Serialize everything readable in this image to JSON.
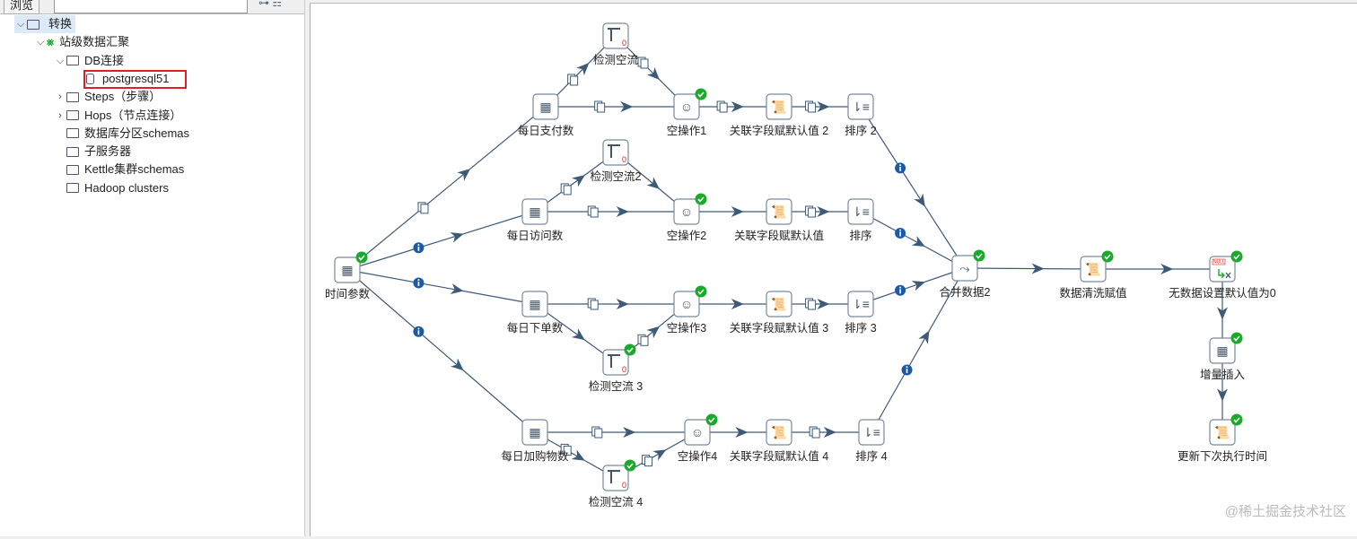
{
  "left_panel": {
    "tab_label": "浏览",
    "search_placeholder": "",
    "tree": [
      {
        "label": "转换",
        "level": 0,
        "chevron": "down",
        "icon": "folder-icon",
        "selected": true
      },
      {
        "label": "站级数据汇聚",
        "level": 1,
        "chevron": "down",
        "icon": "transformation-icon"
      },
      {
        "label": "DB连接",
        "level": 2,
        "chevron": "down",
        "icon": "folder-icon"
      },
      {
        "label": "postgresql51",
        "level": 3,
        "chevron": "none",
        "icon": "database-icon",
        "highlighted": true
      },
      {
        "label": "Steps（步骤）",
        "level": 2,
        "chevron": "right",
        "icon": "folder-icon"
      },
      {
        "label": "Hops（节点连接）",
        "level": 2,
        "chevron": "right",
        "icon": "folder-icon"
      },
      {
        "label": "数据库分区schemas",
        "level": 2,
        "chevron": "none",
        "icon": "folder-icon"
      },
      {
        "label": "子服务器",
        "level": 2,
        "chevron": "none",
        "icon": "folder-icon"
      },
      {
        "label": "Kettle集群schemas",
        "level": 2,
        "chevron": "none",
        "icon": "folder-icon"
      },
      {
        "label": "Hadoop clusters",
        "level": 2,
        "chevron": "none",
        "icon": "folder-icon"
      }
    ]
  },
  "canvas": {
    "steps": [
      {
        "id": "time",
        "label": "时间参数",
        "icon": "table-input-icon",
        "ok": true
      },
      {
        "id": "pay",
        "label": "每日支付数",
        "icon": "table-input-icon",
        "ok": false
      },
      {
        "id": "check1",
        "label": "检测空流",
        "icon": "detect-empty-stream-icon",
        "ok": false
      },
      {
        "id": "null1",
        "label": "空操作1",
        "icon": "dummy-icon",
        "ok": true
      },
      {
        "id": "join1",
        "label": "关联字段赋默认值 2",
        "icon": "script-icon",
        "ok": false
      },
      {
        "id": "sort1",
        "label": "排序 2",
        "icon": "sort-icon",
        "ok": false
      },
      {
        "id": "visit",
        "label": "每日访问数",
        "icon": "table-input-icon",
        "ok": false
      },
      {
        "id": "check2",
        "label": "检测空流2",
        "icon": "detect-empty-stream-icon",
        "ok": false
      },
      {
        "id": "null2",
        "label": "空操作2",
        "icon": "dummy-icon",
        "ok": true
      },
      {
        "id": "join2",
        "label": "关联字段赋默认值",
        "icon": "script-icon",
        "ok": false
      },
      {
        "id": "sort2",
        "label": "排序",
        "icon": "sort-icon",
        "ok": false
      },
      {
        "id": "order",
        "label": "每日下单数",
        "icon": "table-input-icon",
        "ok": false
      },
      {
        "id": "check3",
        "label": "检测空流 3",
        "icon": "detect-empty-stream-icon",
        "ok": true
      },
      {
        "id": "null3",
        "label": "空操作3",
        "icon": "dummy-icon",
        "ok": true
      },
      {
        "id": "join3",
        "label": "关联字段赋默认值 3",
        "icon": "script-icon",
        "ok": false
      },
      {
        "id": "sort3",
        "label": "排序 3",
        "icon": "sort-icon",
        "ok": false
      },
      {
        "id": "cart",
        "label": "每日加购物数",
        "icon": "table-input-icon",
        "ok": false
      },
      {
        "id": "check4",
        "label": "检测空流 4",
        "icon": "detect-empty-stream-icon",
        "ok": true
      },
      {
        "id": "null4",
        "label": "空操作4",
        "icon": "dummy-icon",
        "ok": true
      },
      {
        "id": "join4",
        "label": "关联字段赋默认值 4",
        "icon": "script-icon",
        "ok": false
      },
      {
        "id": "sort4",
        "label": "排序 4",
        "icon": "sort-icon",
        "ok": false
      },
      {
        "id": "merge",
        "label": "合并数据2",
        "icon": "merge-icon",
        "ok": true
      },
      {
        "id": "clean",
        "label": "数据清洗赋值",
        "icon": "script-icon",
        "ok": true
      },
      {
        "id": "ifnull",
        "label": "无数据设置默认值为0",
        "icon": "if-null-icon",
        "ok": true
      },
      {
        "id": "insert",
        "label": "增量插入",
        "icon": "table-output-icon",
        "ok": true
      },
      {
        "id": "update",
        "label": "更新下次执行时间",
        "icon": "sql-script-icon",
        "ok": true
      }
    ],
    "hops": [
      [
        "time",
        "pay",
        "copy"
      ],
      [
        "time",
        "visit",
        "info"
      ],
      [
        "time",
        "order",
        "info"
      ],
      [
        "time",
        "cart",
        "info"
      ],
      [
        "pay",
        "check1",
        "copy"
      ],
      [
        "check1",
        "null1",
        "copy"
      ],
      [
        "pay",
        "null1",
        "copy"
      ],
      [
        "null1",
        "join1",
        "copy"
      ],
      [
        "join1",
        "sort1",
        "copy"
      ],
      [
        "sort1",
        "merge",
        "info"
      ],
      [
        "visit",
        "check2",
        "copy"
      ],
      [
        "check2",
        "null2",
        "none"
      ],
      [
        "visit",
        "null2",
        "copy"
      ],
      [
        "null2",
        "join2",
        "none"
      ],
      [
        "join2",
        "sort2",
        "copy"
      ],
      [
        "sort2",
        "merge",
        "info"
      ],
      [
        "order",
        "check3",
        "none"
      ],
      [
        "check3",
        "null3",
        "copy"
      ],
      [
        "order",
        "null3",
        "copy"
      ],
      [
        "null3",
        "join3",
        "none"
      ],
      [
        "join3",
        "sort3",
        "copy"
      ],
      [
        "sort3",
        "merge",
        "info"
      ],
      [
        "cart",
        "check4",
        "copy"
      ],
      [
        "check4",
        "null4",
        "copy"
      ],
      [
        "cart",
        "null4",
        "copy"
      ],
      [
        "null4",
        "join4",
        "none"
      ],
      [
        "join4",
        "sort4",
        "copy"
      ],
      [
        "sort4",
        "merge",
        "info"
      ],
      [
        "merge",
        "clean",
        "none"
      ],
      [
        "clean",
        "ifnull",
        "none"
      ],
      [
        "ifnull",
        "insert",
        "none"
      ],
      [
        "insert",
        "update",
        "none"
      ]
    ],
    "empty_stream_badge": "0",
    "if_null_badge": "NULL"
  },
  "colors": {
    "hop": "#3d5a78",
    "ok": "#1aaa2a",
    "info": "#1a5aa8",
    "highlight": "#e02020"
  },
  "watermark": "@稀土掘金技术社区"
}
